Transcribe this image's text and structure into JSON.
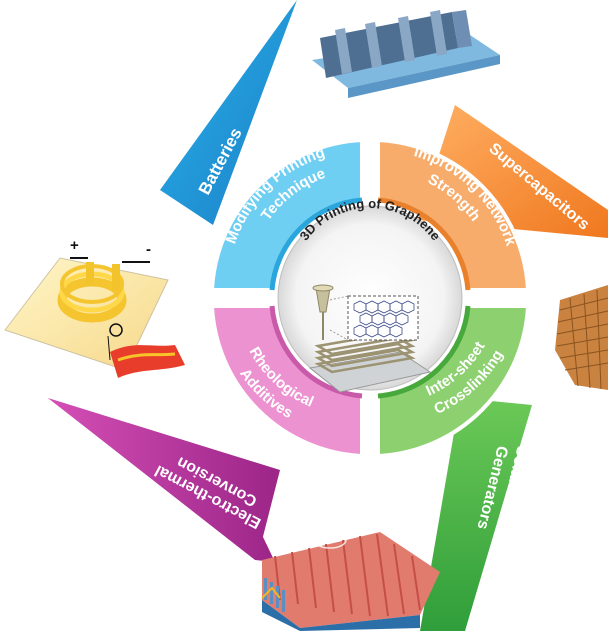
{
  "center": {
    "title": "3D Printing of Graphene"
  },
  "quadrants": [
    {
      "id": "modifying",
      "label_line1": "Modifying Printing",
      "label_line2": "Technique",
      "color": "#4dc3ea"
    },
    {
      "id": "improving",
      "label_line1": "Improving Network",
      "label_line2": "Strength",
      "color": "#f39a4f"
    },
    {
      "id": "crosslinking",
      "label_line1": "Inter-sheet",
      "label_line2": "Crosslinking",
      "color": "#76c25b"
    },
    {
      "id": "rheological",
      "label_line1": "Rheological",
      "label_line2": "Additives",
      "color": "#e07bc2"
    }
  ],
  "applications": {
    "batteries": {
      "label": "Batteries",
      "color": "#1f9dd9"
    },
    "supercapacitors": {
      "label": "Supercapacitors",
      "color": "#f58a2a"
    },
    "solar": {
      "label_line1": "Solar Steam",
      "label_line2": "Generators",
      "color": "#4cb848"
    },
    "electrothermal": {
      "label_line1": "Electro-thermal",
      "label_line2": "Conversion",
      "color": "#b8349e"
    }
  },
  "heater_signs": {
    "plus": "+",
    "minus": "-"
  }
}
